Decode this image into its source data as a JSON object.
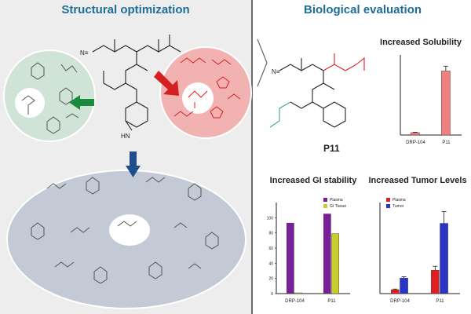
{
  "left_panel": {
    "title": "Structural optimization"
  },
  "right_panel": {
    "title": "Biological evaluation",
    "molecule_label": "P11"
  },
  "colors": {
    "title_blue": "#1e6e9a",
    "green_bubble": "#cfe3d6",
    "red_bubble": "#f3b2b2",
    "gray_ellipse": "#c3cad6",
    "arrow_green": "#1a8a3c",
    "arrow_red": "#d42020",
    "arrow_blue": "#1f4e8c",
    "purple": "#7a1f9a",
    "olive": "#c9cd2a",
    "red": "#e02020",
    "blue": "#2a35c8",
    "salmon": "#f08080"
  },
  "chart_data": [
    {
      "type": "bar",
      "title": "Increased Solubility",
      "categories": [
        "DRP-104",
        "P11"
      ],
      "values": [
        0.3,
        8.0
      ],
      "errors": [
        0.05,
        0.6
      ],
      "ylim": [
        0,
        10
      ],
      "ylabel": "",
      "bar_color": "#f08080"
    },
    {
      "type": "bar",
      "title": "Increased GI stability",
      "categories": [
        "DRP-104",
        "P11"
      ],
      "series": [
        {
          "name": "Plasma",
          "values": [
            93,
            105
          ],
          "color": "#7a1f9a"
        },
        {
          "name": "GI Tissue",
          "values": [
            1,
            79
          ],
          "color": "#c9cd2a"
        }
      ],
      "y_ticks": [
        "100",
        "80",
        "60",
        "40",
        "20",
        "0"
      ],
      "ylim": [
        0,
        120
      ],
      "ylabel": "",
      "legend": "top-right"
    },
    {
      "type": "bar",
      "title": "Increased Tumor Levels",
      "categories": [
        "DRP-104",
        "P11"
      ],
      "series": [
        {
          "name": "Plasma",
          "values": [
            0.3,
            1.8
          ],
          "color": "#e02020"
        },
        {
          "name": "Tumor",
          "values": [
            1.2,
            5.4
          ],
          "color": "#2a35c8"
        }
      ],
      "errors": [
        [
          0.05,
          0.3
        ],
        [
          0.1,
          0.9
        ]
      ],
      "ylim": [
        0,
        7
      ],
      "ylabel": "",
      "legend": "top-left"
    }
  ]
}
